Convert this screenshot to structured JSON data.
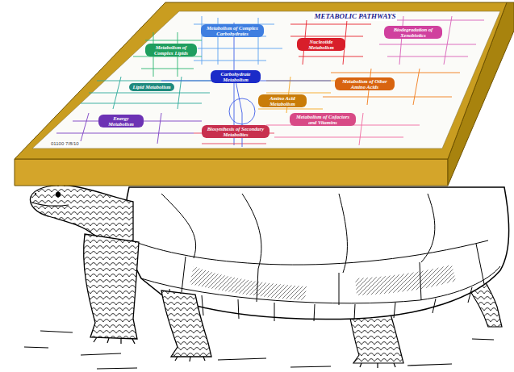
{
  "diagram": {
    "title": "METABOLIC PATHWAYS",
    "nodes": [
      {
        "text": [
          "Metabolism of Complex Carbohydrates"
        ]
      },
      {
        "text": [
          "Biodegradation of Xenobiotics"
        ]
      },
      {
        "text": [
          "Metabolism of Complex Lipids"
        ]
      },
      {
        "text": [
          "Nucleotide Metabolism"
        ]
      },
      {
        "text": [
          "Carbohydrate Metabolism"
        ]
      },
      {
        "text": [
          "Lipid Metabolism"
        ]
      },
      {
        "text": [
          "Metabolism of Other Amino Acids"
        ]
      },
      {
        "text": [
          "Amino Acid Metabolism"
        ]
      },
      {
        "text": [
          "Metabolism of Cofactors and Vitamins"
        ]
      },
      {
        "text": [
          "Energy Metabolism"
        ]
      },
      {
        "text": [
          "Biosynthesis of Secondary Metabolites"
        ]
      }
    ],
    "labels": [
      "01100 7/8/10"
    ]
  }
}
